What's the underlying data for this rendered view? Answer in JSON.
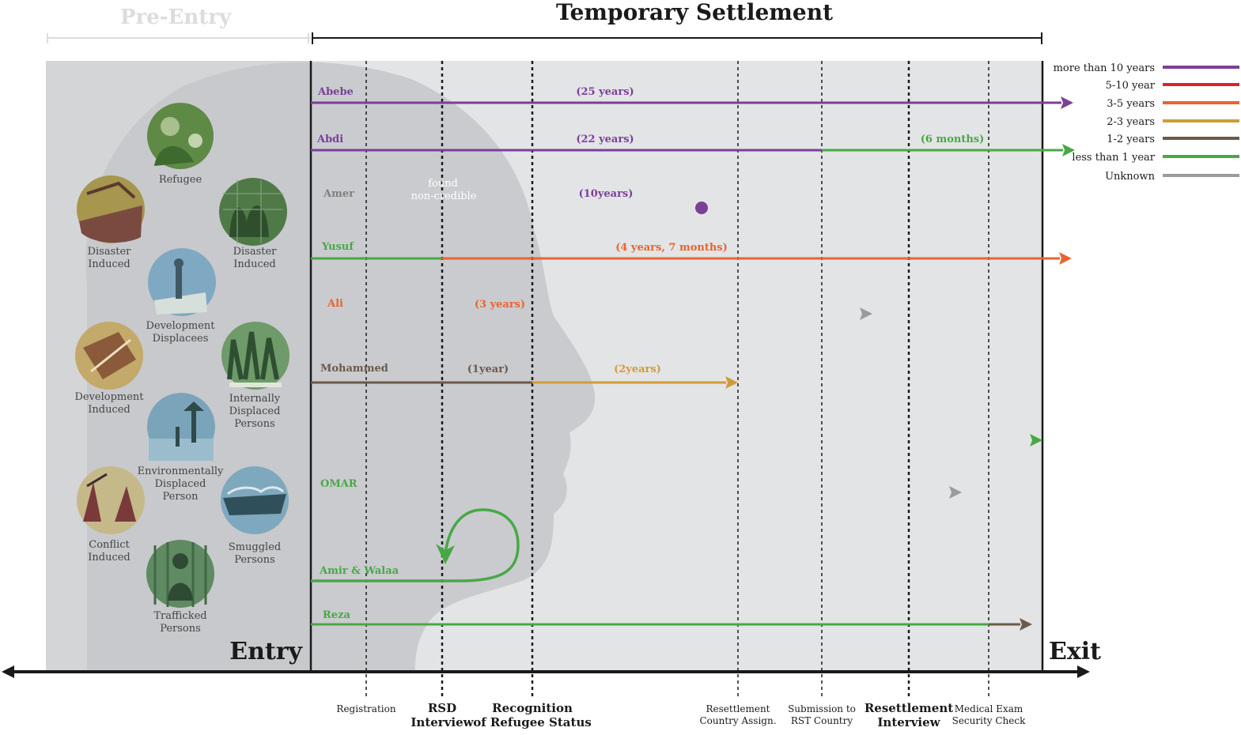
{
  "header": {
    "pre_entry": "Pre-Entry",
    "temporary_settlement": "Temporary Settlement"
  },
  "labels": {
    "entry": "Entry",
    "exit": "Exit"
  },
  "legend": [
    {
      "label": "more than 10 years",
      "color": "#7b3f98"
    },
    {
      "label": "5-10 year",
      "color": "#d6262f"
    },
    {
      "label": "3-5 years",
      "color": "#e8642e"
    },
    {
      "label": "2-3 years",
      "color": "#d19c36"
    },
    {
      "label": "1-2 years",
      "color": "#6b5a49"
    },
    {
      "label": "less than 1 year",
      "color": "#48a845"
    },
    {
      "label": "Unknown",
      "color": "#9b9b9b"
    }
  ],
  "categories": [
    {
      "label": "Refugee",
      "tint": "#5a8a3c"
    },
    {
      "label": "Disaster Induced",
      "tint": "#7a5a3a"
    },
    {
      "label": "Disaster Induced",
      "tint": "#3f6e3c"
    },
    {
      "label": "Development Displacees",
      "tint": "#6f9ab3"
    },
    {
      "label": "Development Induced",
      "tint": "#8a6a3a"
    },
    {
      "label": "Internally Displaced Persons",
      "tint": "#4f7a3e"
    },
    {
      "label": "Environmentally Displaced Person",
      "tint": "#5e8aa6"
    },
    {
      "label": "Conflict Induced",
      "tint": "#7a3a3a"
    },
    {
      "label": "Smuggled Persons",
      "tint": "#5f8ea8"
    },
    {
      "label": "Trafficked Persons",
      "tint": "#3f6e4c"
    }
  ],
  "milestones": [
    {
      "line1": "Registration",
      "line2": "",
      "bold": false
    },
    {
      "line1": "RSD",
      "line2": "Interview",
      "bold": true
    },
    {
      "line1": "Recognition",
      "line2": "of Refugee Status",
      "bold": true
    },
    {
      "line1": "Resettlement",
      "line2": "Country Assign.",
      "bold": false
    },
    {
      "line1": "Submission to",
      "line2": "RST Country",
      "bold": false
    },
    {
      "line1": "Resettlement",
      "line2": "Interview",
      "bold": true
    },
    {
      "line1": "Medical Exam",
      "line2": "Security Check",
      "bold": false
    }
  ],
  "people": [
    {
      "name": "Abebe",
      "segments": [
        {
          "label": "(25 years)",
          "color": "#7b3f98"
        }
      ]
    },
    {
      "name": "Abdi",
      "segments": [
        {
          "label": "(22 years)",
          "color": "#7b3f98"
        },
        {
          "label": "(6 months)",
          "color": "#48a845"
        }
      ]
    },
    {
      "name": "Amer",
      "note": "found non-credible",
      "segments": [
        {
          "label": "(10years)",
          "color": "#7b3f98"
        }
      ]
    },
    {
      "name": "Yusuf",
      "segments": [
        {
          "label": "(4 years, 7 months)",
          "color": "#e8642e"
        }
      ]
    },
    {
      "name": "Ali",
      "segments": [
        {
          "label": "(3 years)",
          "color": "#e8642e"
        }
      ]
    },
    {
      "name": "Mohammed",
      "segments": [
        {
          "label": "(1year)",
          "color": "#6b5a49"
        },
        {
          "label": "(2years)",
          "color": "#d19c36"
        }
      ]
    },
    {
      "name": "",
      "segments": []
    },
    {
      "name": "OMAR",
      "segments": []
    },
    {
      "name": "Amir & Walaa",
      "segments": []
    },
    {
      "name": "Reza",
      "segments": []
    }
  ],
  "colors": {
    "panel": "#e3e4e6",
    "pre_panel": "#d4d5d7",
    "head": "#c2c3c6",
    "purple": "#7b3f98",
    "red": "#d6262f",
    "orange": "#e8642e",
    "gold": "#d19c36",
    "brown": "#6b5a49",
    "green": "#48a845",
    "gray": "#9b9b9b",
    "ink": "#1a1a1a"
  }
}
